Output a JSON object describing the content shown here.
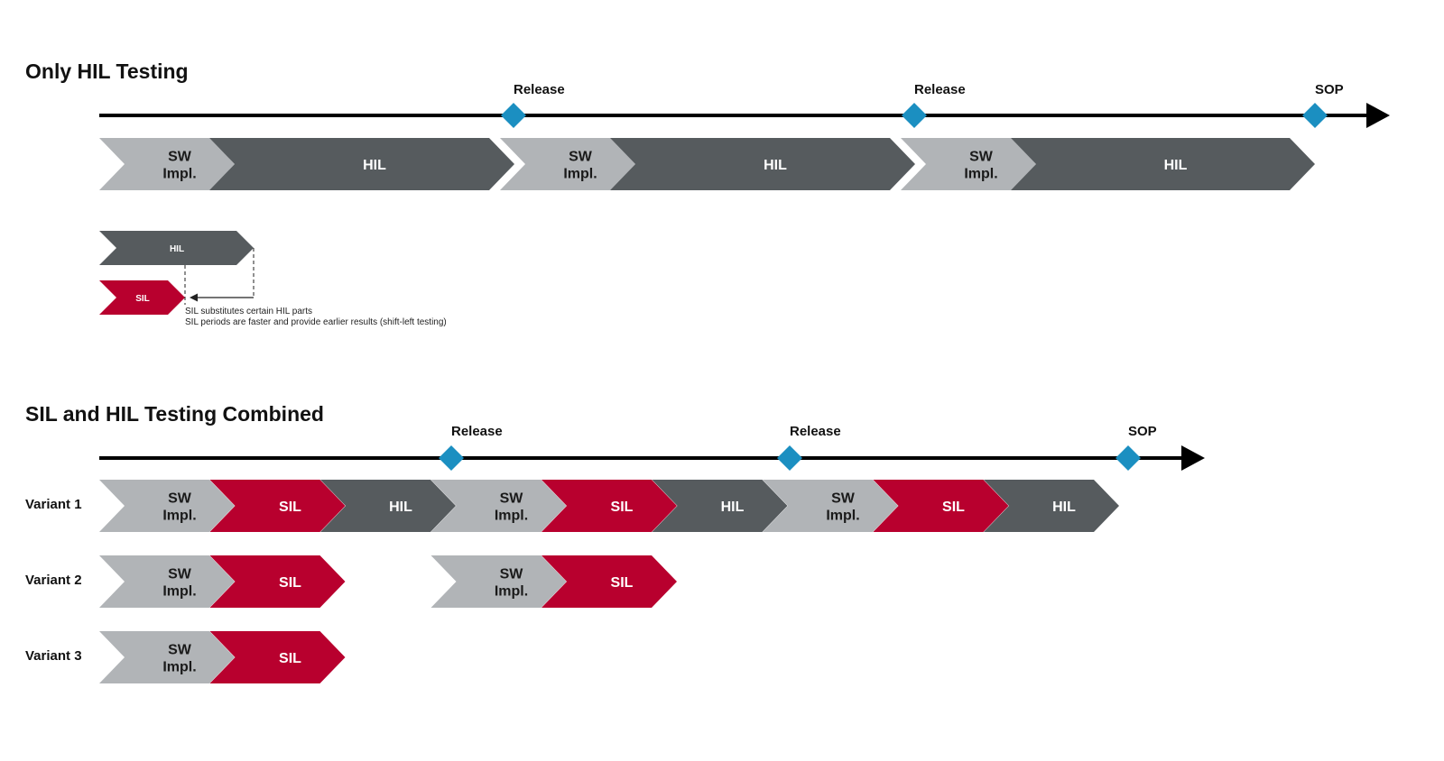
{
  "colors": {
    "sw": "#b1b4b7",
    "hil": "#565b5e",
    "sil": "#b8002e",
    "milestone": "#1b8fc1",
    "axis": "#000000"
  },
  "section1": {
    "title": "Only HIL Testing",
    "milestones": [
      "Release",
      "Release",
      "SOP"
    ],
    "segments": [
      {
        "type": "sw",
        "lines": [
          "SW",
          "Impl."
        ]
      },
      {
        "type": "hil",
        "lines": [
          "HIL"
        ]
      },
      {
        "type": "sw",
        "lines": [
          "SW",
          "Impl."
        ]
      },
      {
        "type": "hil",
        "lines": [
          "HIL"
        ]
      },
      {
        "type": "sw",
        "lines": [
          "SW",
          "Impl."
        ]
      },
      {
        "type": "hil",
        "lines": [
          "HIL"
        ]
      }
    ]
  },
  "legend": {
    "hil_label": "HIL",
    "sil_label": "SIL",
    "note_line1": "SIL substitutes certain HIL parts",
    "note_line2": "SIL periods are faster and provide earlier results (shift-left testing)"
  },
  "section2": {
    "title": "SIL and HIL Testing Combined",
    "milestones": [
      "Release",
      "Release",
      "SOP"
    ],
    "variants": [
      {
        "label": "Variant 1",
        "segments": [
          {
            "type": "sw",
            "lines": [
              "SW",
              "Impl."
            ]
          },
          {
            "type": "sil",
            "lines": [
              "SIL"
            ]
          },
          {
            "type": "hil",
            "lines": [
              "HIL"
            ]
          },
          {
            "type": "sw",
            "lines": [
              "SW",
              "Impl."
            ]
          },
          {
            "type": "sil",
            "lines": [
              "SIL"
            ]
          },
          {
            "type": "hil",
            "lines": [
              "HIL"
            ]
          },
          {
            "type": "sw",
            "lines": [
              "SW",
              "Impl."
            ]
          },
          {
            "type": "sil",
            "lines": [
              "SIL"
            ]
          },
          {
            "type": "hil",
            "lines": [
              "HIL"
            ]
          }
        ]
      },
      {
        "label": "Variant 2",
        "segments": [
          {
            "type": "sw",
            "lines": [
              "SW",
              "Impl."
            ]
          },
          {
            "type": "sil",
            "lines": [
              "SIL"
            ]
          },
          {
            "type": "sw",
            "lines": [
              "SW",
              "Impl."
            ]
          },
          {
            "type": "sil",
            "lines": [
              "SIL"
            ]
          }
        ]
      },
      {
        "label": "Variant 3",
        "segments": [
          {
            "type": "sw",
            "lines": [
              "SW",
              "Impl."
            ]
          },
          {
            "type": "sil",
            "lines": [
              "SIL"
            ]
          }
        ]
      }
    ]
  }
}
